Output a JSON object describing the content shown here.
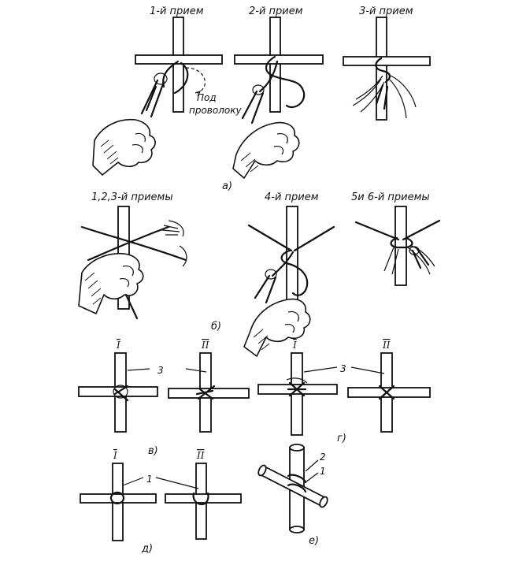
{
  "labels": {
    "step1": "1-й прием",
    "step2": "2-й прием",
    "step3": "3-й прием",
    "under_wire_1": "Под",
    "under_wire_2": "проволоку",
    "fig_a": "а)",
    "steps123": "1,2,3-й приемы",
    "step4": "4-й прием",
    "steps56": "5и 6-й приемы",
    "fig_b": "б)",
    "fig_v": "в)",
    "fig_g": "г)",
    "fig_d": "д)",
    "fig_e": "е)",
    "roman1": "I",
    "roman2": "II",
    "num3": "3",
    "num1": "1",
    "num2": "2"
  }
}
